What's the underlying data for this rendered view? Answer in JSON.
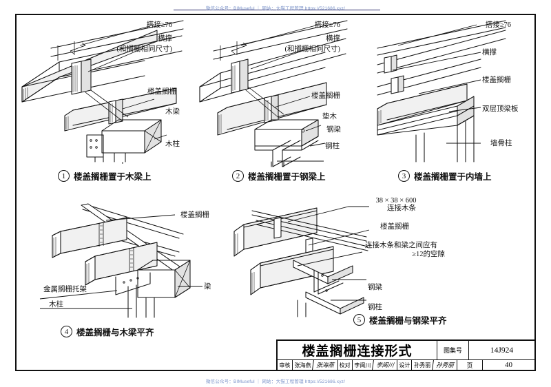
{
  "watermark": {
    "top": "微信公众号：BIMuseful ｜ 网站：大猫工程管理 https://521686.xyz/",
    "bottom": "微信公众号：BIMuseful ｜ 网站：大猫工程管理 https://521686.xyz/"
  },
  "panels": [
    {
      "number": "1",
      "caption": "楼盖搁栅置于木梁上",
      "labels": {
        "lap": "搭接≥76",
        "brace": "横撑",
        "brace_note": "(和搁栅相同尺寸)",
        "joist": "楼盖搁栅",
        "beam": "木梁",
        "column": "木柱"
      }
    },
    {
      "number": "2",
      "caption": "楼盖搁栅置于钢梁上",
      "labels": {
        "lap": "搭接≥76",
        "brace": "横撑",
        "brace_note": "(和搁栅相同尺寸)",
        "joist": "楼盖搁栅",
        "packing": "垫木",
        "steel_beam": "钢梁",
        "steel_column": "钢柱"
      }
    },
    {
      "number": "3",
      "caption": "楼盖搁栅置于内墙上",
      "labels": {
        "lap": "搭接≥76",
        "brace": "横撑",
        "joist": "楼盖搁栅",
        "top_plate": "双层顶梁板",
        "stud": "墙骨柱"
      }
    },
    {
      "number": "4",
      "caption": "楼盖搁栅与木梁平齐",
      "labels": {
        "joist": "楼盖搁栅",
        "hanger": "金属搁栅托架",
        "column": "木柱",
        "beam": "梁"
      }
    },
    {
      "number": "5",
      "caption": "楼盖搁栅与钢梁平齐",
      "labels": {
        "cleat_size": "38 × 38 × 600",
        "cleat": "连接木条",
        "joist": "楼盖搁栅",
        "gap_note_1": "连接木条和梁之间应有",
        "gap_note_2": "≥12的空隙",
        "steel_beam": "钢梁",
        "steel_column": "钢柱"
      }
    }
  ],
  "title_block": {
    "title": "楼盖搁栅连接形式",
    "atlas_key": "图集号",
    "atlas_value": "14J924",
    "page_key": "页",
    "page_value": "40",
    "review_key": "审核",
    "review_name": "张海燕",
    "review_sign": "张海燕",
    "proof_key": "校对",
    "proof_name": "李阆川",
    "proof_sign": "李阆川",
    "design_key": "设计",
    "design_name": "孙秀丽",
    "design_sign": "孙秀丽"
  }
}
